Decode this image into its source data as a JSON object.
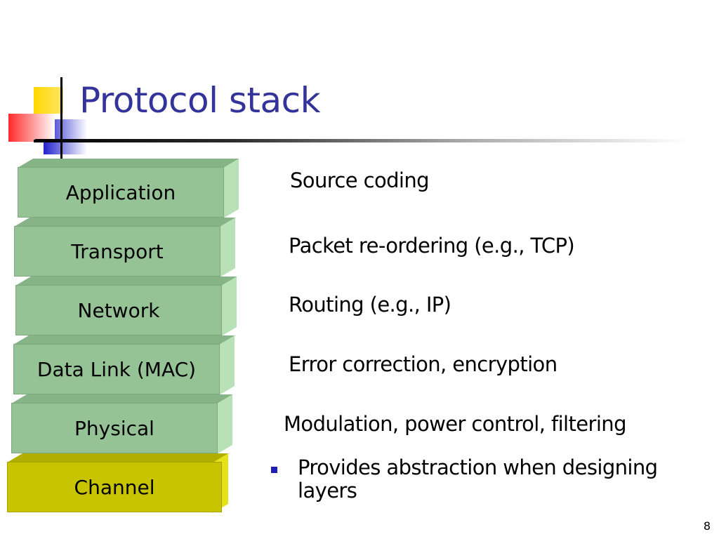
{
  "slide": {
    "title": "Protocol stack",
    "page_number": "8",
    "accent_colors": {
      "title": "#333399",
      "logo_yellow": "#ffd700",
      "logo_red": "#ff3333",
      "logo_blue": "#3333cc",
      "layer_green": "#96c396",
      "channel_yellow": "#c8c400"
    }
  },
  "stack": {
    "layers": [
      {
        "label": "Application",
        "description": "Source coding"
      },
      {
        "label": "Transport",
        "description": "Packet re-ordering (e.g., TCP)"
      },
      {
        "label": "Network",
        "description": "Routing (e.g., IP)"
      },
      {
        "label": "Data Link (MAC)",
        "description": "Error correction, encryption"
      },
      {
        "label": "Physical",
        "description": "Modulation, power control, filtering"
      },
      {
        "label": "Channel",
        "description": ""
      }
    ]
  },
  "bullets": [
    {
      "text": "Provides abstraction when designing layers"
    }
  ]
}
